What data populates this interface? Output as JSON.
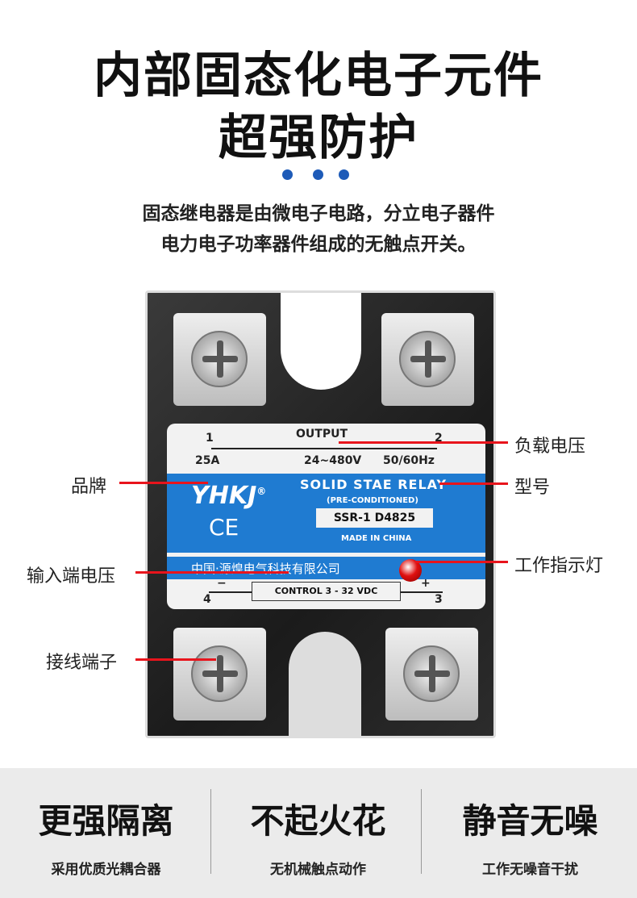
{
  "header": {
    "title_line1": "内部固态化电子元件",
    "title_line2": "超强防护",
    "description_line1": "固态继电器是由微电子电路，分立电子器件",
    "description_line2": "电力电子功率器件组成的无触点开关。",
    "accent_color": "#1e5bb8"
  },
  "relay_label": {
    "terminal_1": "1",
    "terminal_2": "2",
    "terminal_3": "3",
    "terminal_4": "4",
    "output": "OUTPUT",
    "current": "25A",
    "voltage": "24~480V",
    "frequency": "50/60Hz",
    "brand": "YHKJ",
    "registered": "®",
    "ce": "CE",
    "product": "SOLID STAE RELAY",
    "subtitle": "(PRE-CONDITIONED)",
    "model": "SSR-1 D4825",
    "made_in": "MADE IN CHINA",
    "company": "中国·源煌电气科技有限公司",
    "control": "CONTROL 3 - 32 VDC",
    "minus": "−",
    "plus": "+"
  },
  "callouts": {
    "load_voltage": "负载电压",
    "model": "型号",
    "brand": "品牌",
    "input_voltage": "输入端电压",
    "indicator": "工作指示灯",
    "terminal": "接线端子",
    "line_color": "#e8141c"
  },
  "features": [
    {
      "title": "更强隔离",
      "subtitle": "采用优质光耦合器"
    },
    {
      "title": "不起火花",
      "subtitle": "无机械触点动作"
    },
    {
      "title": "静音无噪",
      "subtitle": "工作无噪音干扰"
    }
  ]
}
